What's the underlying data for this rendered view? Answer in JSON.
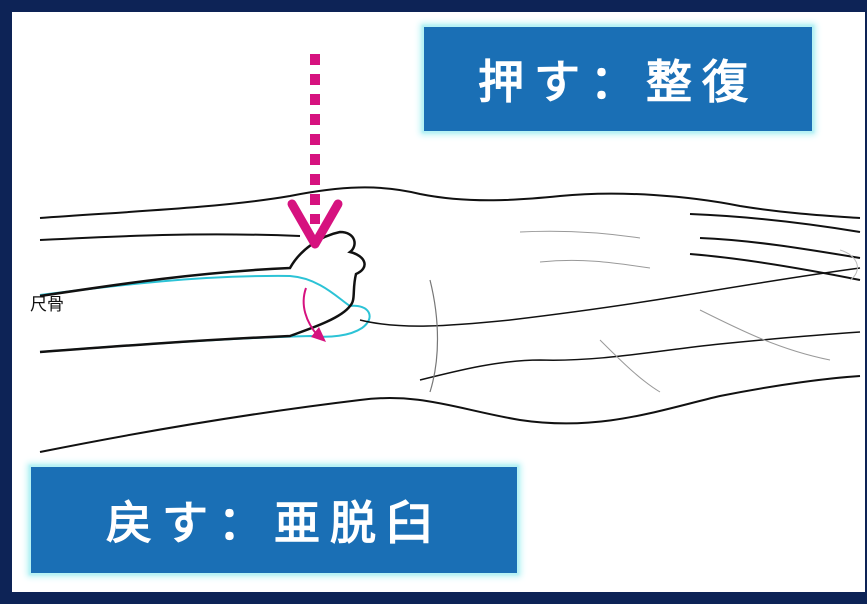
{
  "labels": {
    "push": "押す：整復",
    "return": "戻す：亜脱臼",
    "bone": "尺骨"
  },
  "colors": {
    "frame": "#0d2356",
    "label_bg": "#1a6fb5",
    "label_glow": "#b9f3f5",
    "arrow": "#d6127f",
    "bone_outline": "#2cc3d6",
    "line_art": "#111111"
  },
  "icons": {
    "press_arrow": "dotted-down-arrow-icon",
    "rotation_arrow": "curved-arrow-icon"
  }
}
